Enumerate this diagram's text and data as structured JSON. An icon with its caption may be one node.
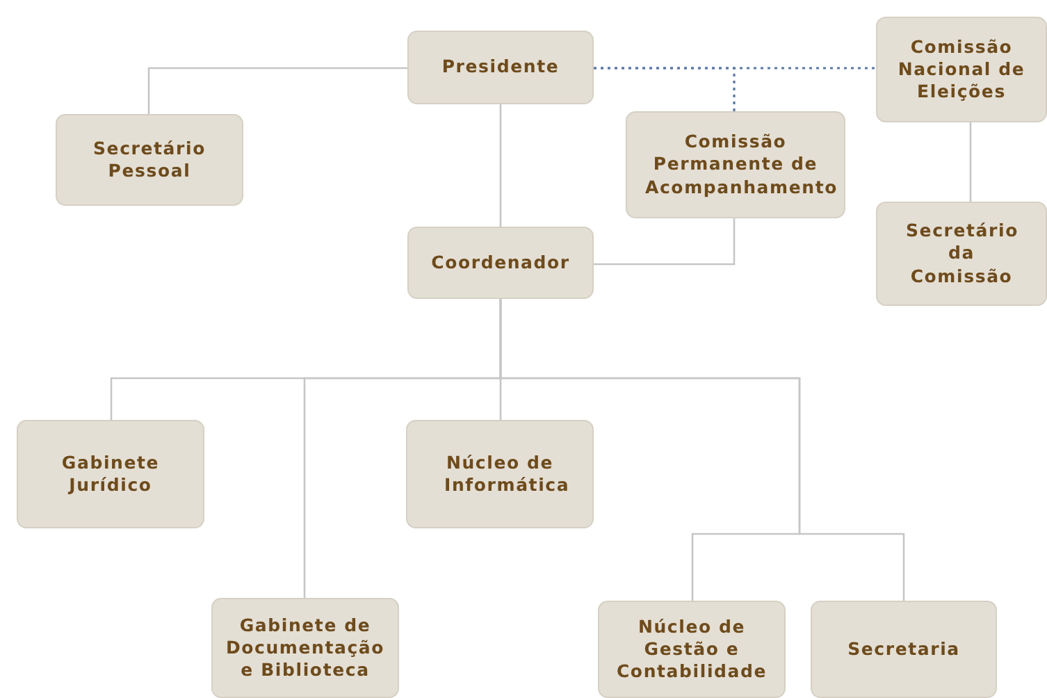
{
  "diagram": {
    "nodes": [
      {
        "text": [
          "Presidente"
        ]
      },
      {
        "text": [
          "Comissão Nacional de Eleições"
        ]
      },
      {
        "text": [
          "Secretário Pessoal"
        ]
      },
      {
        "text": [
          "Comissão Permanente de Acompanhamento"
        ]
      },
      {
        "text": [
          "Secretário da Comissão"
        ]
      },
      {
        "text": [
          "Coordenador"
        ]
      },
      {
        "text": [
          "Gabinete Jurídico"
        ]
      },
      {
        "text": [
          "Núcleo de Informática"
        ]
      },
      {
        "text": [
          "Gabinete de Documentação e Biblioteca"
        ]
      },
      {
        "text": [
          "Núcleo de Gestão e Contabilidade"
        ]
      },
      {
        "text": [
          "Secretaria"
        ]
      }
    ],
    "edges": [
      {
        "from": 0,
        "to": 2,
        "arrow": "none"
      },
      {
        "from": 0,
        "to": 1,
        "arrow": "none",
        "style": "dashed",
        "color": "#5b78a6"
      },
      {
        "from": 0,
        "to": 3,
        "arrow": "none",
        "style": "dashed",
        "color": "#5b78a6"
      },
      {
        "from": 1,
        "to": 4,
        "arrow": "none"
      },
      {
        "from": 0,
        "to": 5,
        "arrow": "none"
      },
      {
        "from": 3,
        "to": 5,
        "arrow": "none"
      },
      {
        "from": 5,
        "to": 6,
        "arrow": "none"
      },
      {
        "from": 5,
        "to": 7,
        "arrow": "none"
      },
      {
        "from": 5,
        "to": 8,
        "arrow": "none"
      },
      {
        "from": 5,
        "to": 9,
        "arrow": "none"
      },
      {
        "from": 5,
        "to": 10,
        "arrow": "none"
      }
    ]
  }
}
